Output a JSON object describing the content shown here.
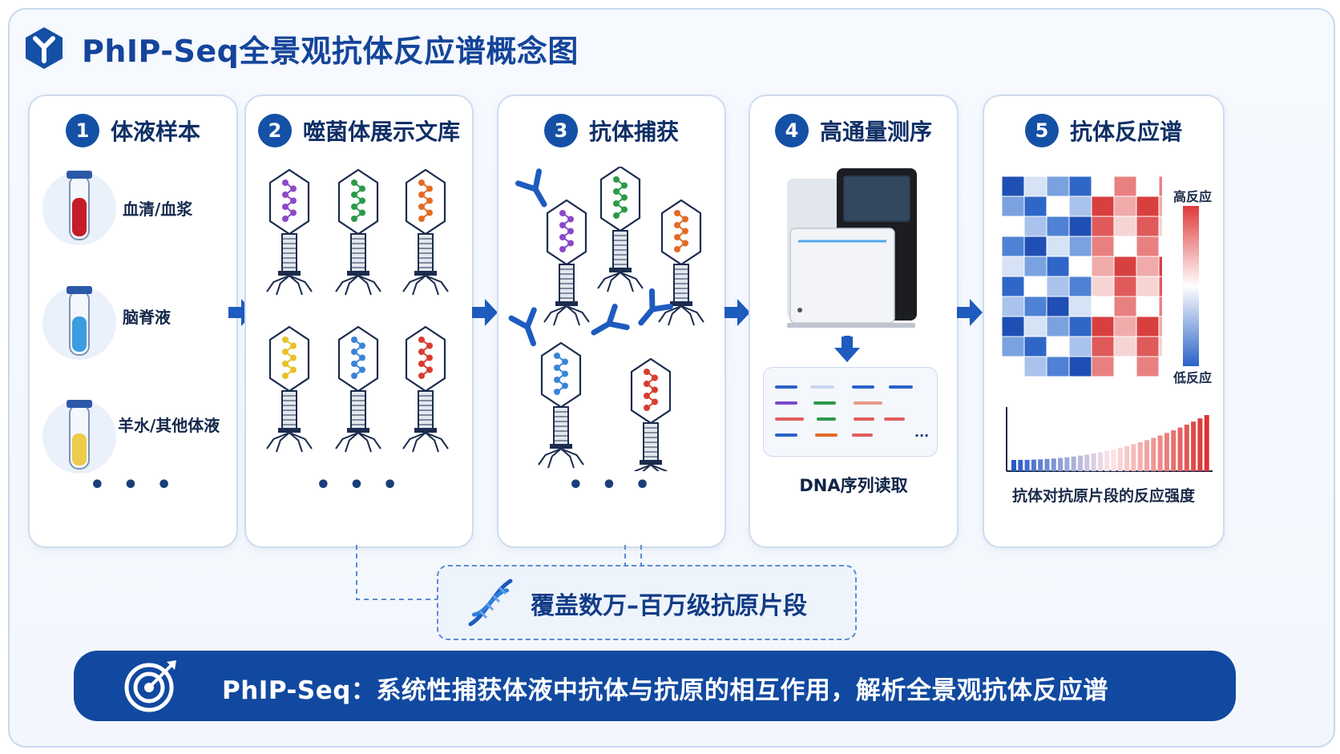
{
  "title": "PhIP-Seq全景观抗体反应谱概念图",
  "steps": [
    {
      "num": "1",
      "label": "体液样本"
    },
    {
      "num": "2",
      "label": "噬菌体展示文库"
    },
    {
      "num": "3",
      "label": "抗体捕获"
    },
    {
      "num": "4",
      "label": "高通量测序"
    },
    {
      "num": "5",
      "label": "抗体反应谱"
    }
  ],
  "samples": [
    "血清/血浆",
    "脑脊液",
    "羊水/其他体液"
  ],
  "ellipsis": "• • •",
  "sequencing_caption": "DNA序列读取",
  "heatmap_legend": {
    "high": "高反应",
    "low": "低反应"
  },
  "bar_caption": "抗体对抗原片段的反应强度",
  "coverage": "覆盖数万–百万级抗原片段",
  "summary": "PhIP-Seq：系统性捕获体液中抗体与抗原的相互作用，解析全景观抗体反应谱",
  "colors": {
    "primary": "#1450a6",
    "high": "#e04848",
    "low": "#2a62c8"
  }
}
